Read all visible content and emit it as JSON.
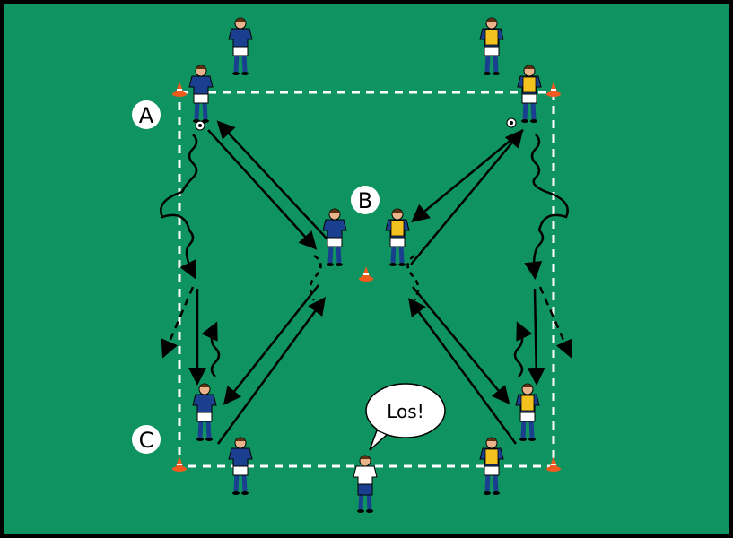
{
  "colors": {
    "pitch": "#0f9361",
    "border": "#000000",
    "team_blue": "#1a3f8f",
    "bib_yellow": "#f4c21f",
    "cone": "#f05a1e"
  },
  "labels": {
    "a": "A",
    "b": "B",
    "c": "C"
  },
  "coach": {
    "speech": "Los!"
  }
}
